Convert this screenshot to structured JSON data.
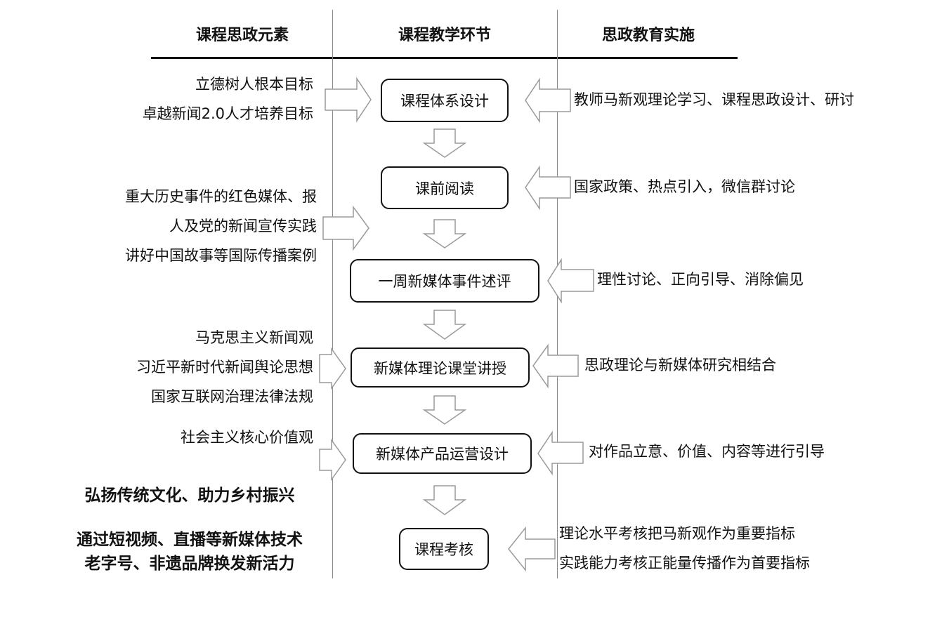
{
  "headers": {
    "elements": "课程思政元素",
    "teaching": "课程教学环节",
    "implementation": "思政教育实施"
  },
  "steps": [
    "课程体系设计",
    "课前阅读",
    "一周新媒体事件述评",
    "新媒体理论课堂讲授",
    "新媒体产品运营设计",
    "课程考核"
  ],
  "elements": {
    "group1": [
      "立德树人根本目标",
      "卓越新闻2.0人才培养目标"
    ],
    "group2": [
      "重大历史事件的红色媒体、报",
      "人及党的新闻宣传实践",
      "讲好中国故事等国际传播案例"
    ],
    "group3": [
      "马克思主义新闻观",
      "习近平新时代新闻舆论思想",
      "国家互联网治理法律法规"
    ],
    "group4": [
      "社会主义核心价值观"
    ],
    "group5": [
      "弘扬传统文化、助力乡村振兴"
    ],
    "group6": [
      "通过短视频、直播等新媒体技术",
      "老字号、非遗品牌换发新活力"
    ]
  },
  "implementation": [
    "教师马新观理论学习、课程思政设计、研讨",
    "国家政策、热点引入，微信群讨论",
    "理性讨论、正向引导、消除偏见",
    "思政理论与新媒体研究相结合",
    "对作品立意、价值、内容等进行引导",
    [
      "理论水平考核把马新观作为重要指标",
      "实践能力考核正能量传播作为首要指标"
    ]
  ]
}
